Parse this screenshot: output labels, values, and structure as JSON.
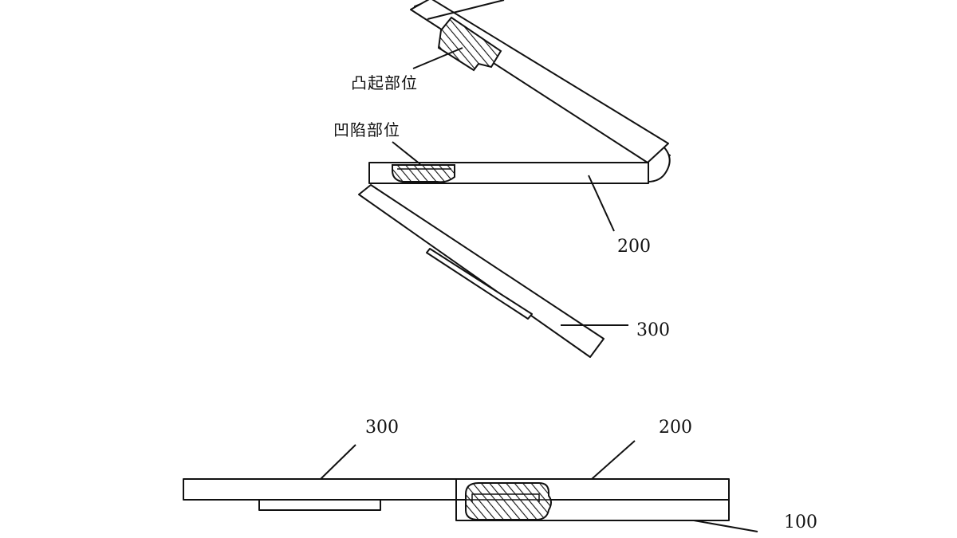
{
  "labels": {
    "top_ref": "100",
    "protrusion": "凸起部位",
    "recess": "凹陷部位",
    "fig1_200": "200",
    "fig1_300": "300",
    "fig2_300": "300",
    "fig2_200": "200",
    "fig2_100": "100"
  },
  "colors": {
    "line": "#111111",
    "background": "#ffffff"
  }
}
